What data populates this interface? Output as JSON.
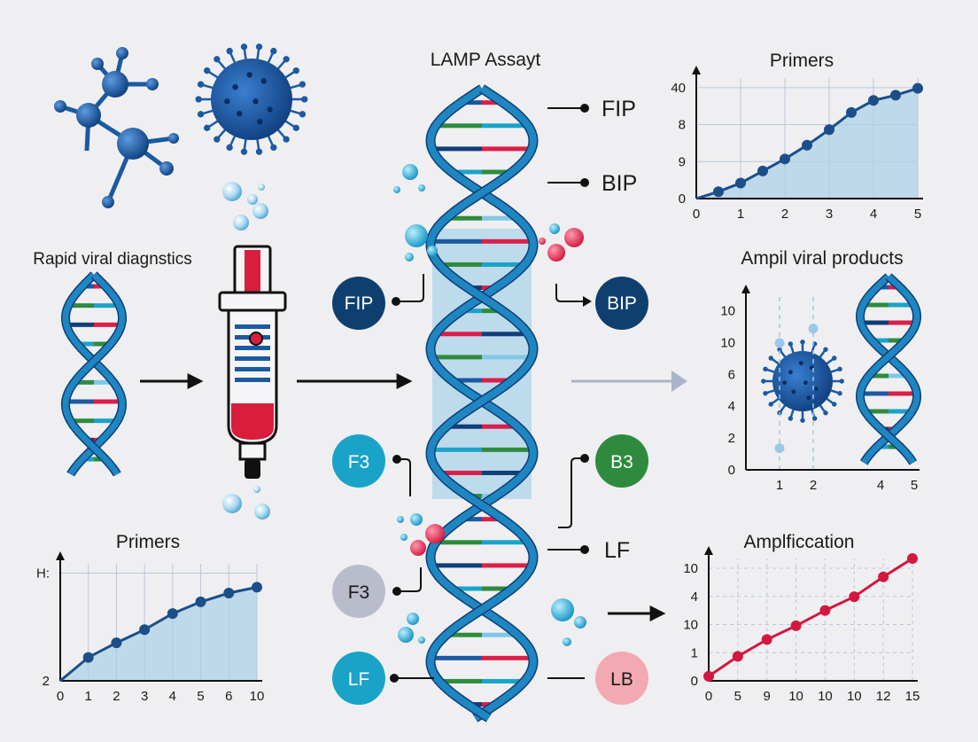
{
  "title": "LAMP Assayt",
  "left": {
    "label": "Rapid viral diagnstics"
  },
  "primer_labels": {
    "fip_right": "FIP",
    "bip_right": "BIP",
    "fip_left": "FIP",
    "bip_left": "BIP",
    "f3_top": "F3",
    "b3": "B3",
    "f3_bottom": "F3",
    "lf_right": "LF",
    "lf_left": "LF",
    "lb": "LB"
  },
  "colors": {
    "navy": "#0e3f6e",
    "teal": "#1aa3c8",
    "green": "#2e8b3e",
    "grey": "#b9bccb",
    "pink": "#f2a9b1",
    "red": "#dc1e4a",
    "helix": "#1e86c0",
    "helix_dark": "#103e78"
  },
  "icons": [
    "molecule-icon",
    "virus-icon",
    "bubble-icon",
    "dna-helix-icon",
    "test-tube-icon",
    "arrow-right-icon"
  ],
  "chart_data": [
    {
      "id": "top-right",
      "type": "area",
      "title": "Primers",
      "x": [
        0,
        0.5,
        1,
        1.5,
        2,
        2.5,
        3,
        3.5,
        4,
        4.5,
        5
      ],
      "y": [
        0,
        0.4,
        0.9,
        1.6,
        2.3,
        3.1,
        4.0,
        5.0,
        5.7,
        6.0,
        6.4
      ],
      "xticks": [
        "0",
        "1",
        "2",
        "3",
        "4",
        "5"
      ],
      "yticks": [
        "0",
        "9",
        "8",
        "40"
      ],
      "xlim": [
        0,
        5
      ],
      "ylim": [
        0,
        7
      ]
    },
    {
      "id": "middle-right",
      "type": "scatter",
      "title": "Ampil viral products",
      "points": [
        [
          1,
          8.8
        ],
        [
          1,
          1.5
        ],
        [
          2,
          9.8
        ]
      ],
      "xticks": [
        "1",
        "2",
        "4",
        "5"
      ],
      "yticks": [
        "0",
        "2",
        "4",
        "6",
        "10",
        "10"
      ],
      "xlim": [
        0,
        5
      ],
      "ylim": [
        0,
        12
      ]
    },
    {
      "id": "bottom-left",
      "type": "area",
      "title": "Primers",
      "x": [
        0,
        1,
        2,
        3,
        4,
        5,
        6,
        7
      ],
      "y": [
        0,
        1.6,
        2.6,
        3.5,
        4.6,
        5.4,
        6.0,
        6.4
      ],
      "xticks": [
        "0",
        "1",
        "2",
        "3",
        "4",
        "5",
        "6",
        "10"
      ],
      "yticks": [
        "2",
        "H:"
      ],
      "xlim": [
        0,
        7
      ],
      "ylim": [
        0,
        8
      ]
    },
    {
      "id": "bottom-right",
      "type": "line",
      "title": "Amplficcation",
      "x": [
        0,
        1,
        2,
        3,
        4,
        5,
        6,
        7
      ],
      "y": [
        0.3,
        1.6,
        2.7,
        3.6,
        4.6,
        5.5,
        6.8,
        8.0
      ],
      "xticks": [
        "0",
        "5",
        "9",
        "10",
        "10",
        "10",
        "12",
        "15"
      ],
      "yticks": [
        "0",
        "1",
        "10",
        "4",
        "10"
      ],
      "xlim": [
        0,
        7
      ],
      "ylim": [
        0,
        8
      ]
    }
  ]
}
